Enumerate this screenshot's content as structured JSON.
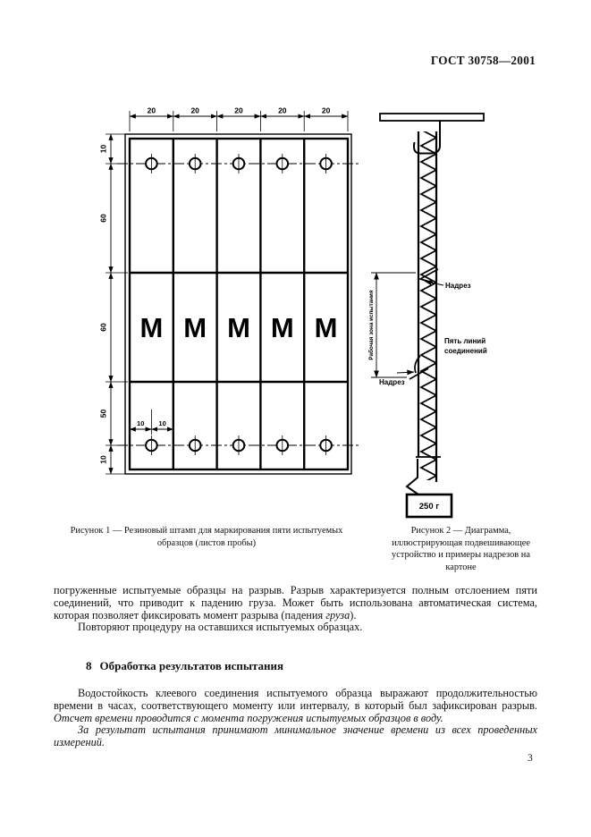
{
  "header": {
    "standard_code": "ГОСТ 30758—2001"
  },
  "figure1": {
    "top_dims": [
      "20",
      "20",
      "20",
      "20",
      "20"
    ],
    "left_dims": [
      "10",
      "60",
      "60",
      "50",
      "10"
    ],
    "hole_dims": [
      "10",
      "10"
    ],
    "stamp_marks": [
      "М",
      "М",
      "М",
      "М",
      "М"
    ],
    "caption": [
      "Рисунок 1 — Резиновый штамп для маркирования пяти испытуемых",
      "образцов (листов пробы)"
    ]
  },
  "figure2": {
    "notch_top_label": "Надрез",
    "notch_bottom_label": "Надрез",
    "glue_lines_label_1": "Пять линий",
    "glue_lines_label_2": "соединений",
    "work_zone_label": "Рабочая зона испытания",
    "weight_label": "250 г",
    "caption": [
      "Рисунок 2 — Диаграмма,",
      "иллюстрирующая подвешивающее",
      "устройство и примеры надрезов на",
      "картоне"
    ]
  },
  "body": {
    "p1_text": "погруженные испытуемые образцы на разрыв. Разрыв характеризуется полным отслоением пяти соединений, что приводит к падению груза. Может быть использована автоматическая система, которая позволяет фиксировать момент разрыва (падения ",
    "p1_italic": "груза",
    "p1_close": ").",
    "p2": "Повторяют процедуру на оставшихся испытуемых образцах.",
    "section_number": "8",
    "section_title": "Обработка результатов испытания",
    "p3_text": "Водостойкость клеевого соединения испытуемого образца выражают продолжительностью времени в часах, соответствующего моменту или интервалу, в который был зафиксирован разрыв. ",
    "p3_italic": "Отсчет времени проводится с момента погружения испытуемых образцов в воду.",
    "p4_italic": "За результат испытания принимают минимальное значение времени из всех проведенных измерений.",
    "page_number": "3"
  }
}
